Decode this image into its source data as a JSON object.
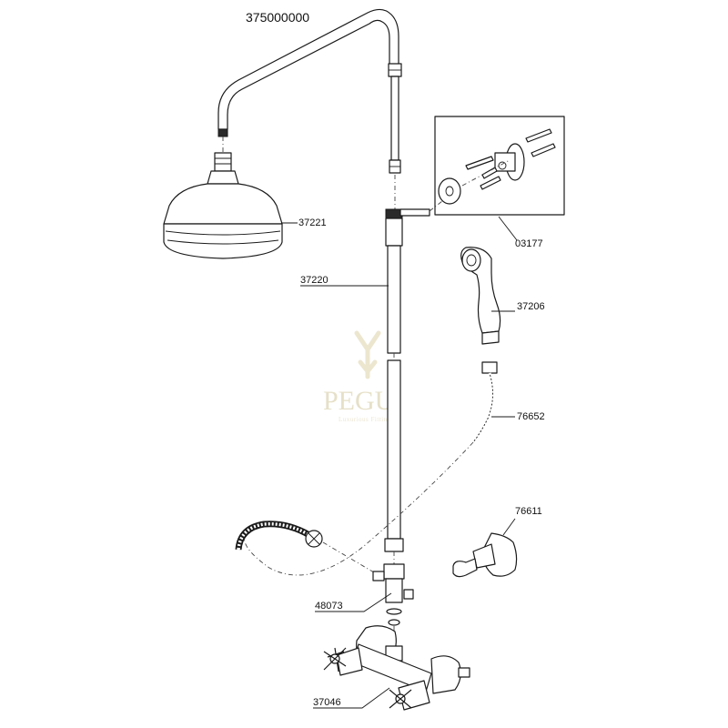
{
  "assembly_number": "375000000",
  "watermark": {
    "brand": "PEGU",
    "tagline": "Luxurious Fittings"
  },
  "part_labels": [
    {
      "id": "shower-head",
      "number": "37221"
    },
    {
      "id": "bracket-kit",
      "number": "03177"
    },
    {
      "id": "riser-pipe",
      "number": "37220"
    },
    {
      "id": "hand-shower",
      "number": "37206"
    },
    {
      "id": "flexible-hose",
      "number": "76652"
    },
    {
      "id": "wall-holder",
      "number": "76611"
    },
    {
      "id": "diverter",
      "number": "48073"
    },
    {
      "id": "mixer-valve",
      "number": "37046"
    }
  ]
}
